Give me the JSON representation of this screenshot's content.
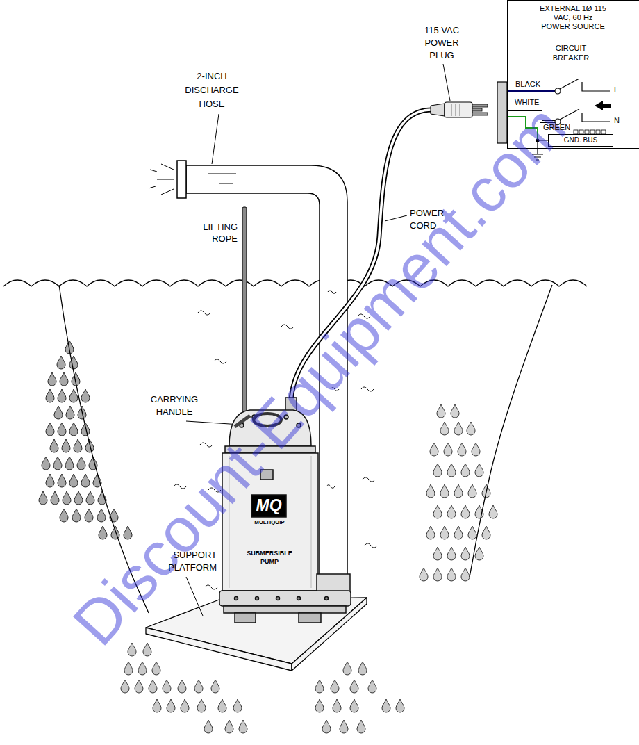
{
  "diagram": {
    "nodes": [
      {
        "text": [
          "EXTERNAL 1Ø 115 VAC, 60 Hz POWER SOURCE"
        ]
      },
      {
        "text": [
          "GND. BUS"
        ],
        "in": 0
      },
      {
        "text": [
          "MQ",
          "MULTIQUIP",
          "SUBMERSIBLE PUMP"
        ]
      }
    ],
    "edges": [
      {
        "from": 2,
        "to": 0,
        "arrow": "none"
      }
    ],
    "labels": [
      "115 VAC POWER PLUG",
      "CIRCUIT BREAKER",
      "BLACK",
      "L",
      "WHITE",
      "N",
      "GREEN",
      "2-INCH DISCHARGE HOSE",
      "LIFTING ROPE",
      "POWER CORD",
      "CARRYING HANDLE",
      "SUPPORT PLATFORM",
      "Discount-Equipment.com"
    ]
  }
}
